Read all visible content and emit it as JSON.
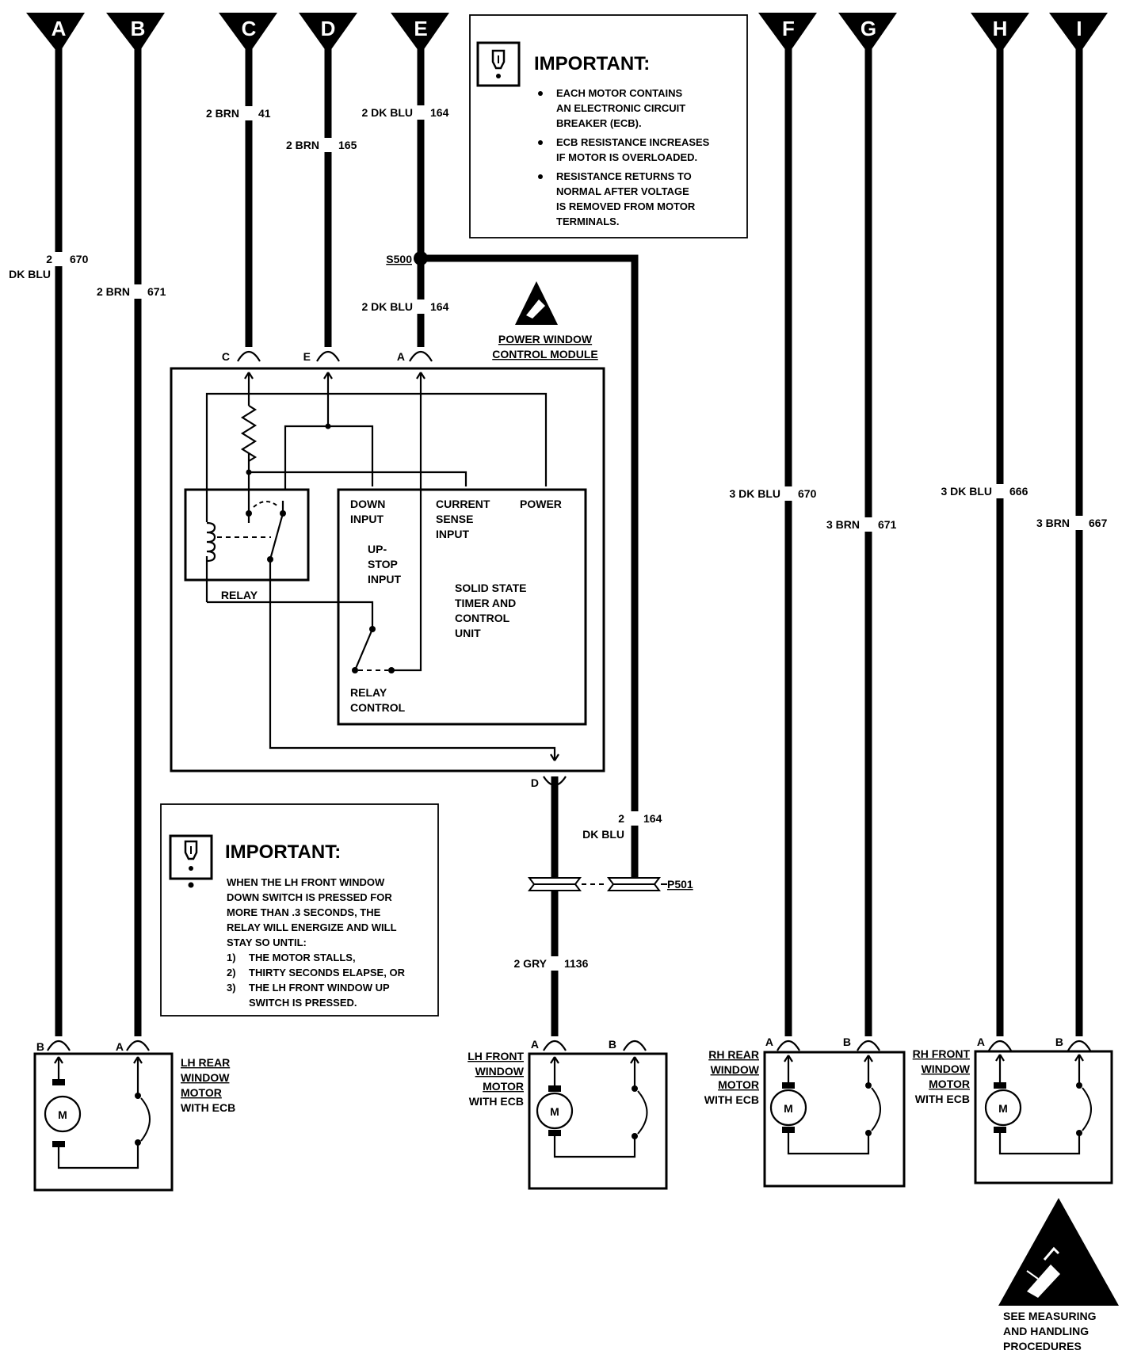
{
  "connectors_top": [
    "A",
    "B",
    "C",
    "D",
    "E",
    "F",
    "G",
    "H",
    "I"
  ],
  "wires": {
    "c": {
      "size_color": "2 BRN",
      "circuit": "41"
    },
    "d": {
      "size_color": "2 BRN",
      "circuit": "165"
    },
    "e_upper": {
      "size_color": "2 DK BLU",
      "circuit": "164"
    },
    "e_lower": {
      "size_color": "2 DK BLU",
      "circuit": "164"
    },
    "a": {
      "size": "2",
      "circuit": "670",
      "color": "DK BLU"
    },
    "b": {
      "size_color": "2 BRN",
      "circuit": "671"
    },
    "f": {
      "size_color": "3 DK BLU",
      "circuit": "670"
    },
    "g": {
      "size_color": "3 BRN",
      "circuit": "671"
    },
    "h": {
      "size_color": "3 DK BLU",
      "circuit": "666"
    },
    "i": {
      "size_color": "3 BRN",
      "circuit": "667"
    },
    "s500_branch": {
      "size": "2",
      "circuit": "164",
      "color": "DK BLU"
    },
    "lh_front_a": {
      "size_color": "2 GRY",
      "circuit": "1136"
    }
  },
  "splice": "S500",
  "inline_connector": "P501",
  "important_top": {
    "title": "IMPORTANT:",
    "bullets": [
      [
        "EACH MOTOR CONTAINS",
        "AN ELECTRONIC CIRCUIT",
        "BREAKER (ECB)."
      ],
      [
        "ECB RESISTANCE INCREASES",
        "IF MOTOR IS OVERLOADED."
      ],
      [
        "RESISTANCE RETURNS TO",
        "NORMAL AFTER VOLTAGE",
        "IS REMOVED FROM MOTOR",
        "TERMINALS."
      ]
    ]
  },
  "important_bottom": {
    "title": "IMPORTANT:",
    "lines": [
      "WHEN THE LH FRONT WINDOW",
      "DOWN SWITCH IS PRESSED FOR",
      "MORE THAN .3 SECONDS, THE",
      "RELAY WILL ENERGIZE AND WILL",
      "STAY SO UNTIL:"
    ],
    "items": [
      [
        "1)",
        "THE MOTOR STALLS,"
      ],
      [
        "2)",
        "THIRTY SECONDS ELAPSE, OR"
      ],
      [
        "3)",
        "THE LH FRONT WINDOW UP"
      ]
    ],
    "last_line": "SWITCH IS PRESSED."
  },
  "module": {
    "title_line1": "POWER WINDOW",
    "title_line2": "CONTROL MODULE",
    "pins": {
      "c": "C",
      "e": "E",
      "a": "A",
      "d": "D"
    },
    "relay_label": "RELAY",
    "down_input": [
      "DOWN",
      "INPUT"
    ],
    "current_sense": [
      "CURRENT",
      "SENSE",
      "INPUT"
    ],
    "power": "POWER",
    "up_stop": [
      "UP-",
      "STOP",
      "INPUT"
    ],
    "solid_state": [
      "SOLID STATE",
      "TIMER AND",
      "CONTROL",
      "UNIT"
    ],
    "relay_control": [
      "RELAY",
      "CONTROL"
    ]
  },
  "motors": [
    {
      "label": [
        "LH REAR",
        "WINDOW",
        "MOTOR",
        "WITH ECB"
      ],
      "pin_left": "B",
      "pin_right": "A",
      "symbol": "M"
    },
    {
      "label": [
        "LH FRONT",
        "WINDOW",
        "MOTOR",
        "WITH ECB"
      ],
      "pin_left": "A",
      "pin_right": "B",
      "symbol": "M"
    },
    {
      "label": [
        "RH REAR",
        "WINDOW",
        "MOTOR",
        "WITH ECB"
      ],
      "pin_left": "A",
      "pin_right": "B",
      "symbol": "M"
    },
    {
      "label": [
        "RH FRONT",
        "WINDOW",
        "MOTOR",
        "WITH ECB"
      ],
      "pin_left": "A",
      "pin_right": "B",
      "symbol": "M"
    }
  ],
  "esd_note": [
    "SEE MEASURING",
    "AND HANDLING",
    "PROCEDURES"
  ]
}
